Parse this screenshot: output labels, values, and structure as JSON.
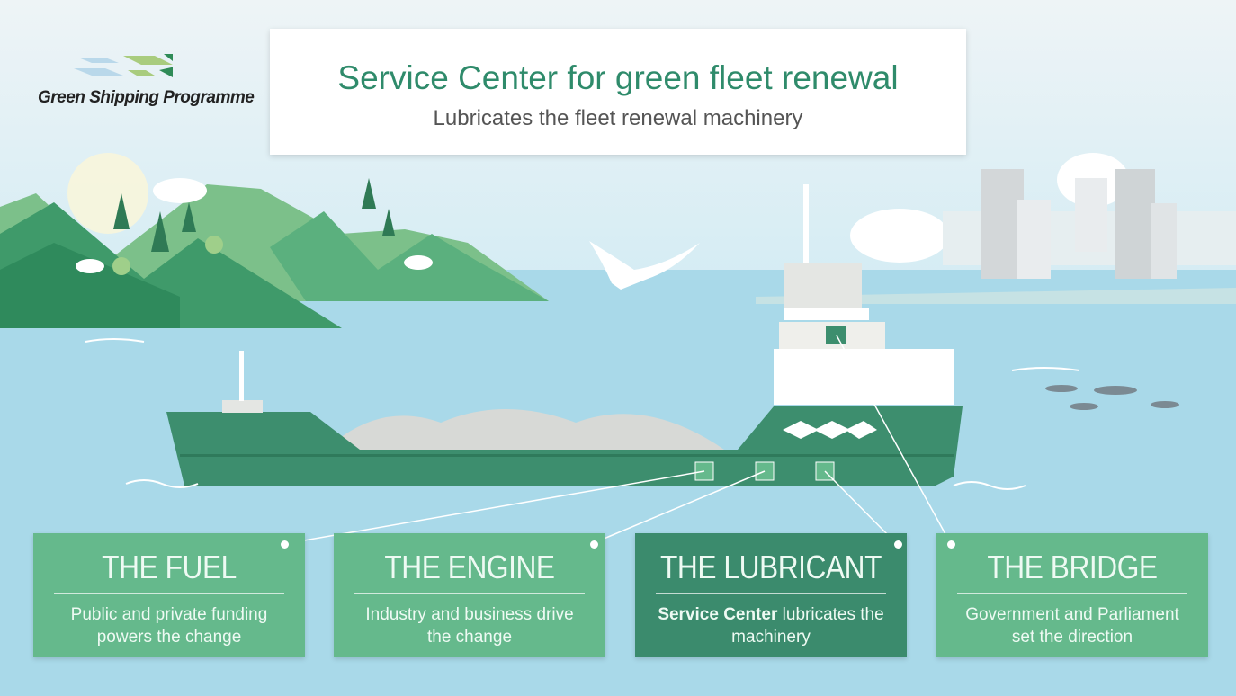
{
  "logo": {
    "text": "Green Shipping Programme"
  },
  "header": {
    "title": "Service Center for green fleet renewal",
    "subtitle": "Lubricates the fleet renewal machinery"
  },
  "cards": [
    {
      "title": "THE FUEL",
      "text": "Public and private funding powers the change"
    },
    {
      "title": "THE ENGINE",
      "text": "Industry and business drive the change"
    },
    {
      "title": "THE LUBRICANT",
      "text_bold": "Service Center",
      "text": " lubricates the machinery"
    },
    {
      "title": "THE BRIDGE",
      "text": "Government and Parliament set the direction"
    }
  ],
  "colors": {
    "card": "#65b98c",
    "card_highlight": "#3b8b6d",
    "title": "#2f8b6b",
    "water": "#a9d9e9",
    "hull": "#3d8e6e"
  }
}
